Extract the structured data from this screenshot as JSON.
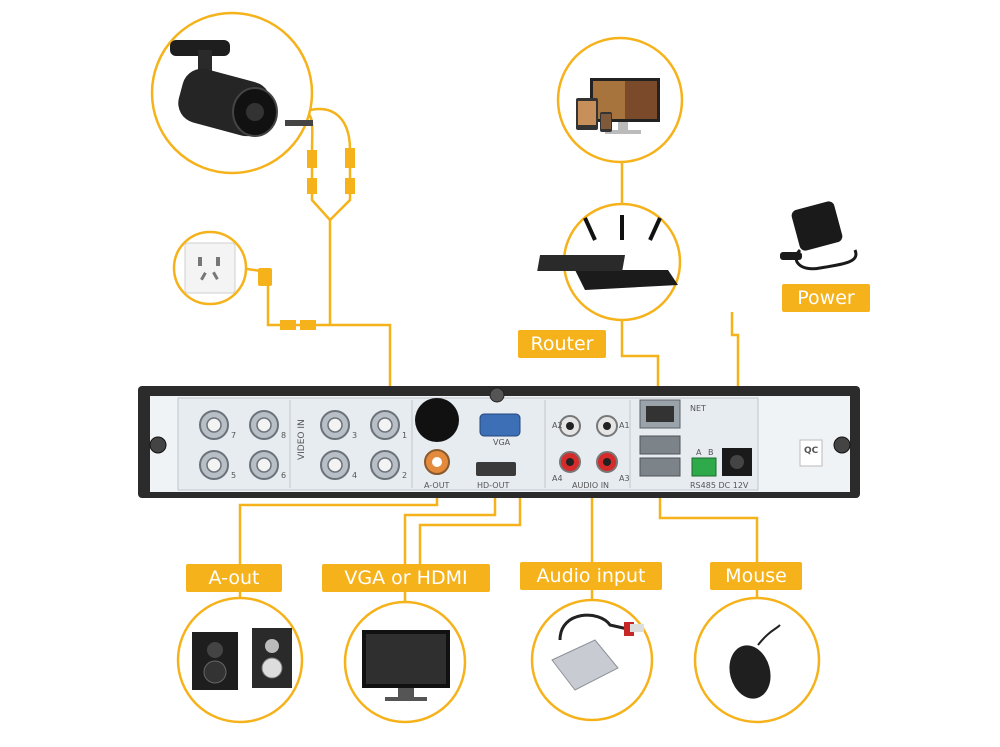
{
  "labels": {
    "router": "Router",
    "power": "Power",
    "aout": "A-out",
    "vga_hdmi": "VGA or HDMI",
    "audio_input": "Audio input",
    "mouse": "Mouse"
  },
  "panel": {
    "video_in": "VIDEO IN",
    "vga": "VGA",
    "a_out": "A-OUT",
    "hd_out": "HD-OUT",
    "audio_in": "AUDIO IN",
    "net": "NET",
    "rs485_dc": "RS485 DC 12V",
    "a": "A",
    "b": "B",
    "qc": "QC",
    "bnc_numbers": [
      "7",
      "5",
      "3",
      "1",
      "8",
      "6",
      "4",
      "2"
    ],
    "audio_numbers": [
      "A2",
      "A1",
      "A4",
      "A3"
    ]
  },
  "colors": {
    "accent": "#f5b21b",
    "panel_frame": "#2b2b2b",
    "panel_face": "#e9eef3"
  }
}
